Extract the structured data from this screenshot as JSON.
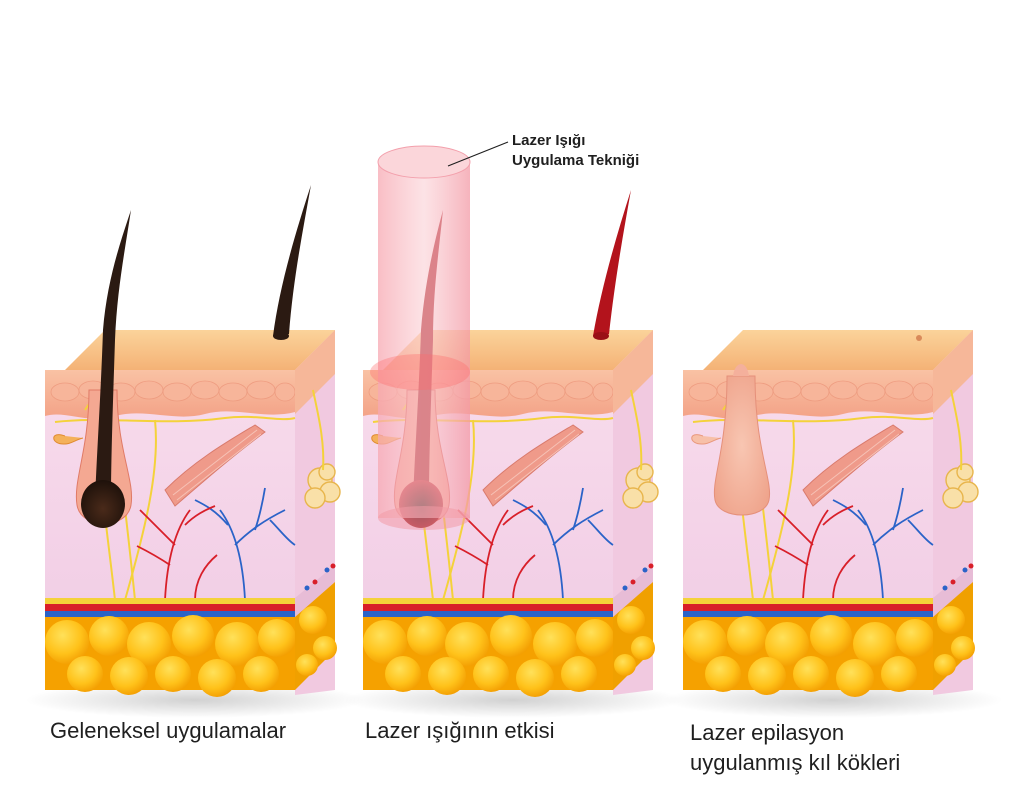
{
  "callout": {
    "line1": "Lazer Işığı",
    "line2": "Uygulama Tekniği"
  },
  "panels": [
    {
      "caption_lines": [
        "Geleneksel uygulamalar"
      ],
      "hair_color": "#2b1a12",
      "hair_state": "dark"
    },
    {
      "caption_lines": [
        "Lazer ışığının etkisi"
      ],
      "hair_color": "#a8121a",
      "hair_state": "heated"
    },
    {
      "caption_lines": [
        "Lazer epilasyon",
        "uygulanmış kıl kökleri"
      ],
      "hair_color": "#f2b49f",
      "hair_state": "destroyed"
    }
  ],
  "colors": {
    "skin_top": "#f8c58a",
    "epidermis": "#f6b08c",
    "dermis": "#f6d6ea",
    "fat": "#ffc21a",
    "artery": "#e0242c",
    "vein": "#2b63c8",
    "laser_beam": "#f6a3ad"
  }
}
